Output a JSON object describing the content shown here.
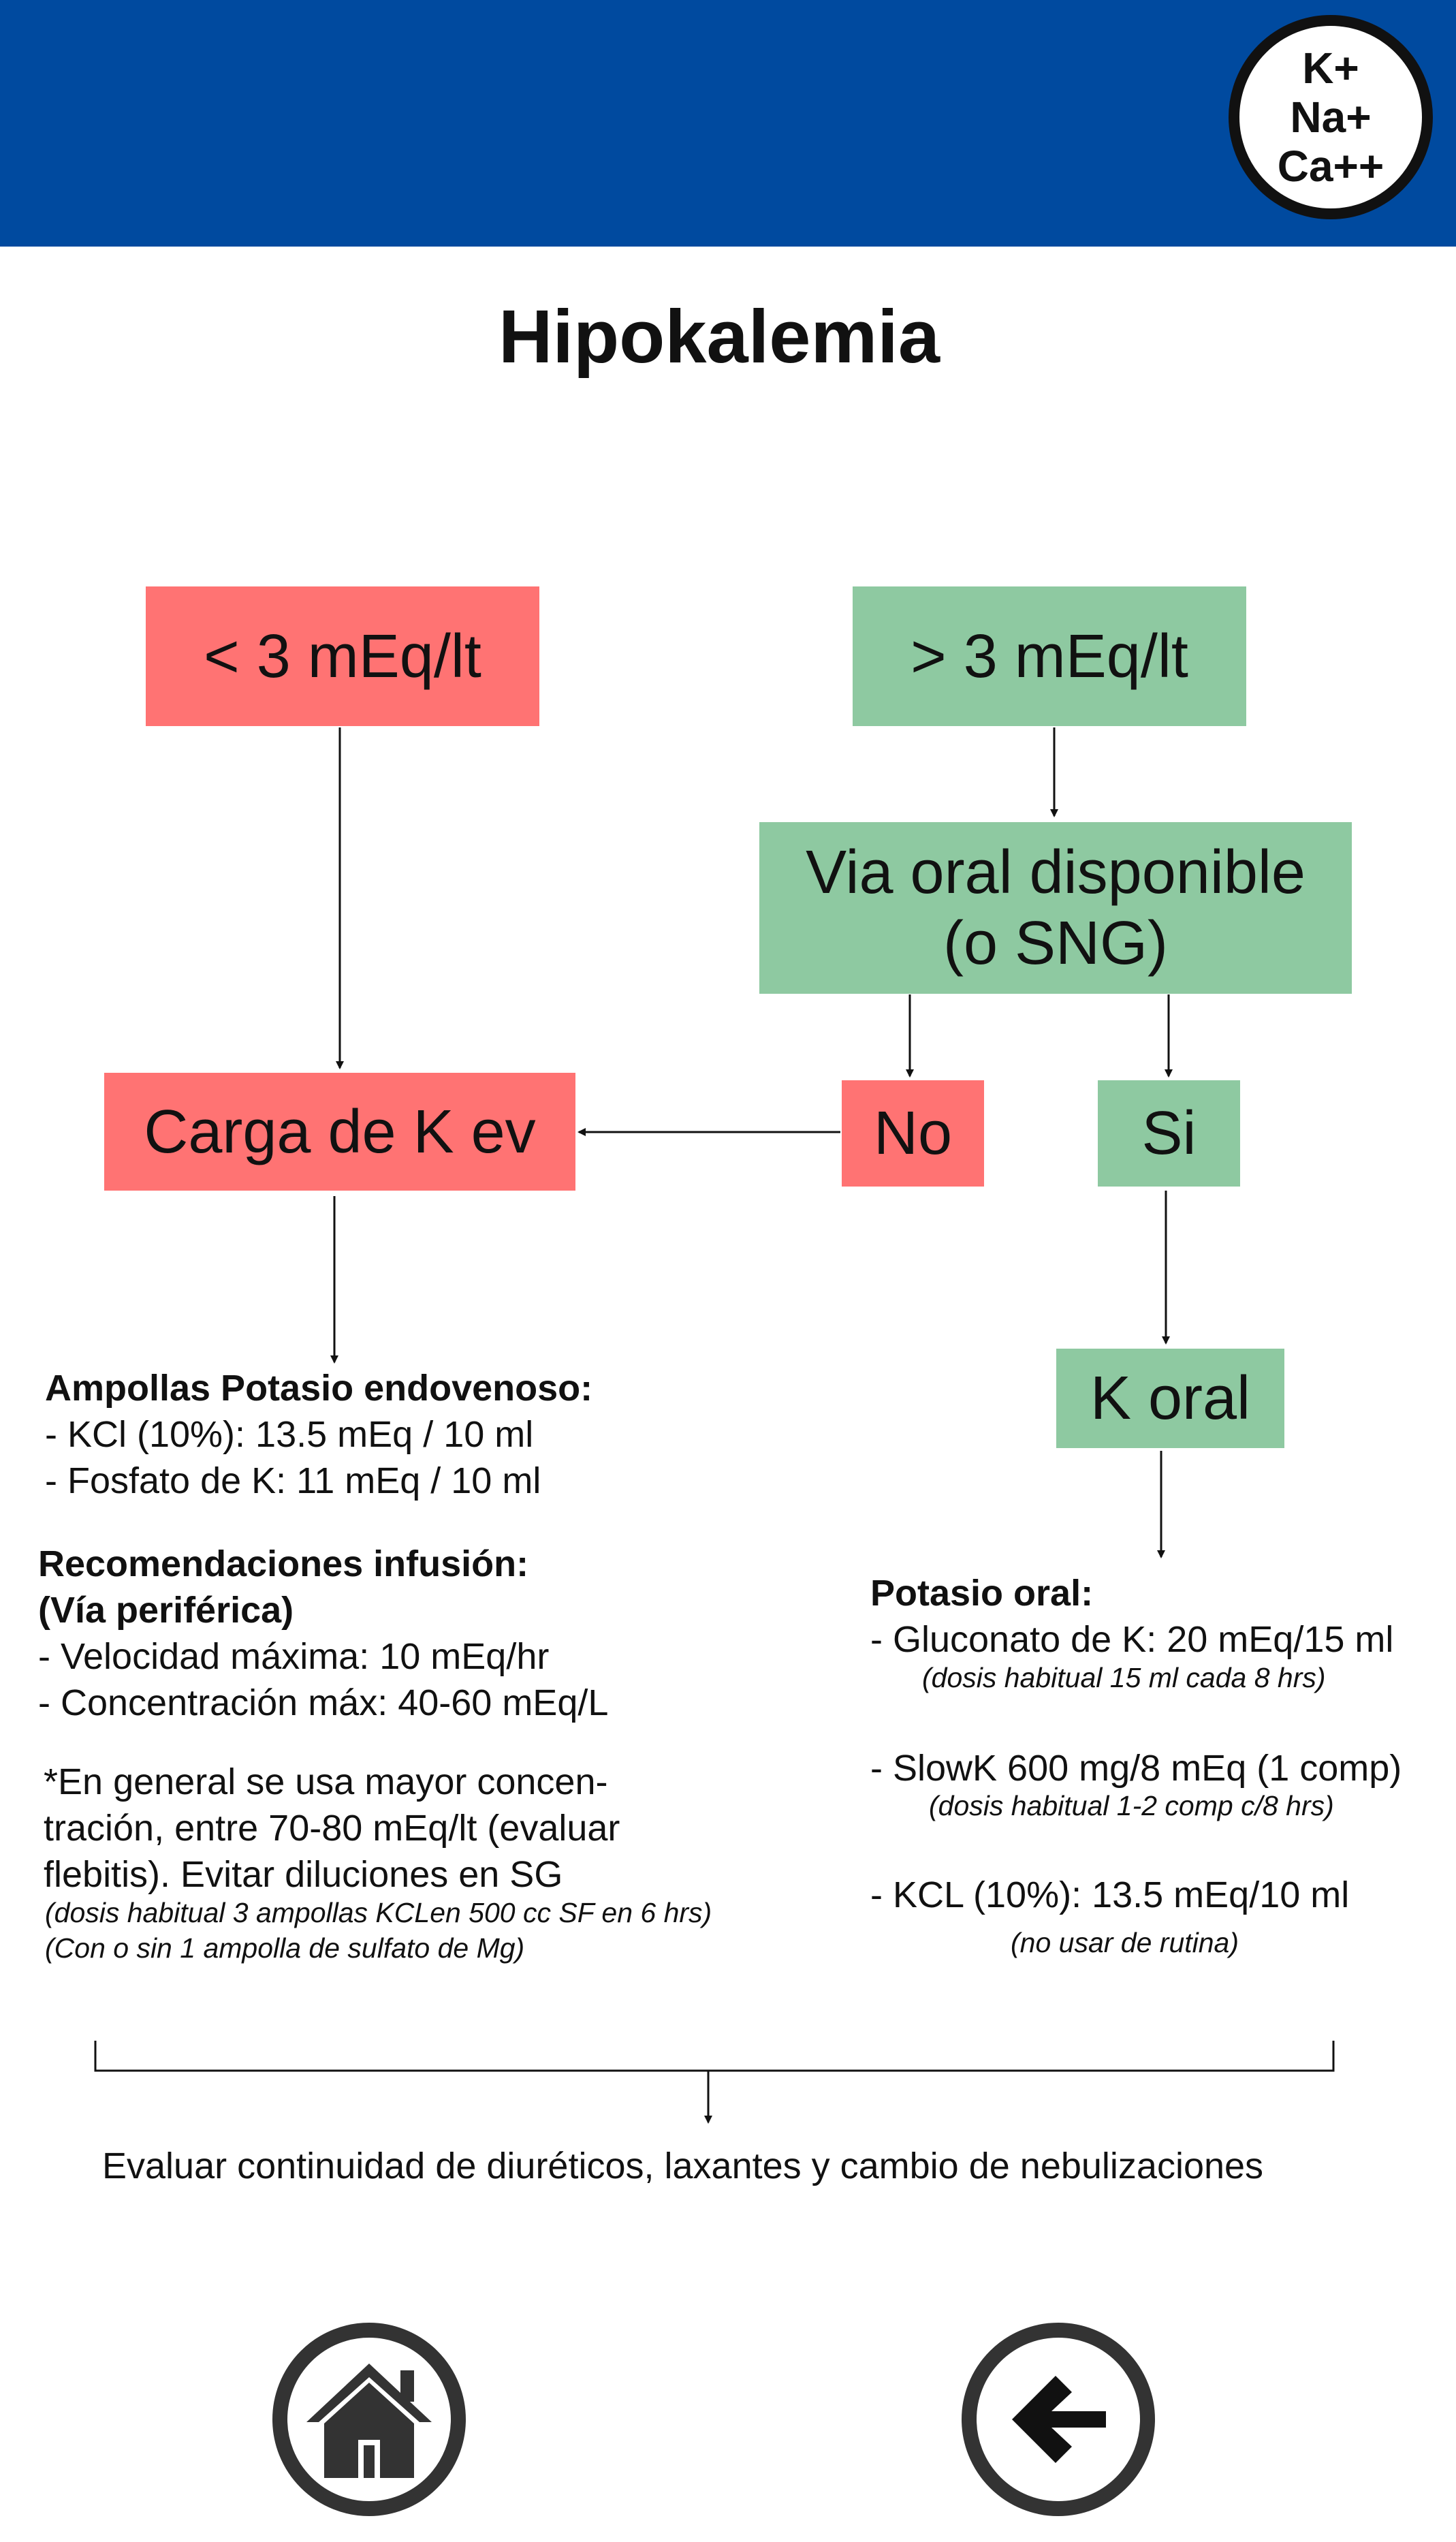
{
  "header": {
    "logo_lines": [
      "K+",
      "Na+",
      "Ca++"
    ]
  },
  "title": "Hipokalemia",
  "nodes": {
    "low": "< 3 mEq/lt",
    "high": "> 3 mEq/lt",
    "oral_route": "Via oral disponible (o SNG)",
    "iv_load": "Carga de K ev",
    "no": "No",
    "si": "Si",
    "oral_k": "K oral"
  },
  "left_panel": {
    "ampollas_title": "Ampollas Potasio endovenoso:",
    "ampollas_items": [
      "- KCl (10%): 13.5 mEq / 10 ml",
      "- Fosfato de K: 11 mEq / 10 ml"
    ],
    "infusion_title": "Recomendaciones infusión:",
    "infusion_subtitle": "(Vía periférica)",
    "infusion_items": [
      "- Velocidad máxima: 10 mEq/hr",
      "- Concentración máx: 40-60 mEq/L"
    ],
    "general_lines": [
      "*En general se usa mayor concen-",
      "tración, entre 70-80 mEq/lt (evaluar",
      "flebitis). Evitar diluciones en SG"
    ],
    "general_notes": [
      "(dosis habitual 3 ampollas KCLen 500 cc SF en 6 hrs)",
      "(Con o sin 1 ampolla de sulfato de Mg)"
    ]
  },
  "right_panel": {
    "title": "Potasio oral:",
    "items": [
      {
        "label": "- Gluconato de K: 20 mEq/15 ml",
        "note": "(dosis habitual 15 ml cada 8 hrs)"
      },
      {
        "label": "- SlowK 600 mg/8 mEq (1 comp)",
        "note": "(dosis habitual 1-2 comp c/8 hrs)"
      },
      {
        "label": "- KCL (10%):  13.5 mEq/10 ml",
        "note": "(no usar de rutina)"
      }
    ]
  },
  "footer_text": "Evaluar continuidad de diuréticos, laxantes y cambio de nebulizaciones",
  "nav": {
    "home_icon": "home-icon",
    "back_icon": "arrow-left-icon"
  }
}
